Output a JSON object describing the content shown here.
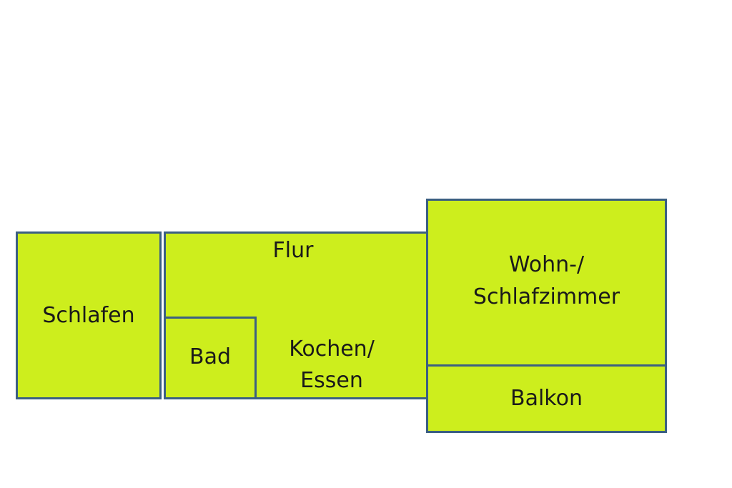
{
  "colors": {
    "fill": "#cdee1d",
    "border": "#3b5f82",
    "text": "#1a1a1a",
    "background": "#ffffff"
  },
  "rooms": {
    "schlafen": "Schlafen",
    "flur": "Flur",
    "bad": "Bad",
    "kochen_line1": "Kochen/",
    "kochen_line2": "Essen",
    "wohn_line1": "Wohn-/",
    "wohn_line2": "Schlafzimmer",
    "balkon": "Balkon"
  }
}
